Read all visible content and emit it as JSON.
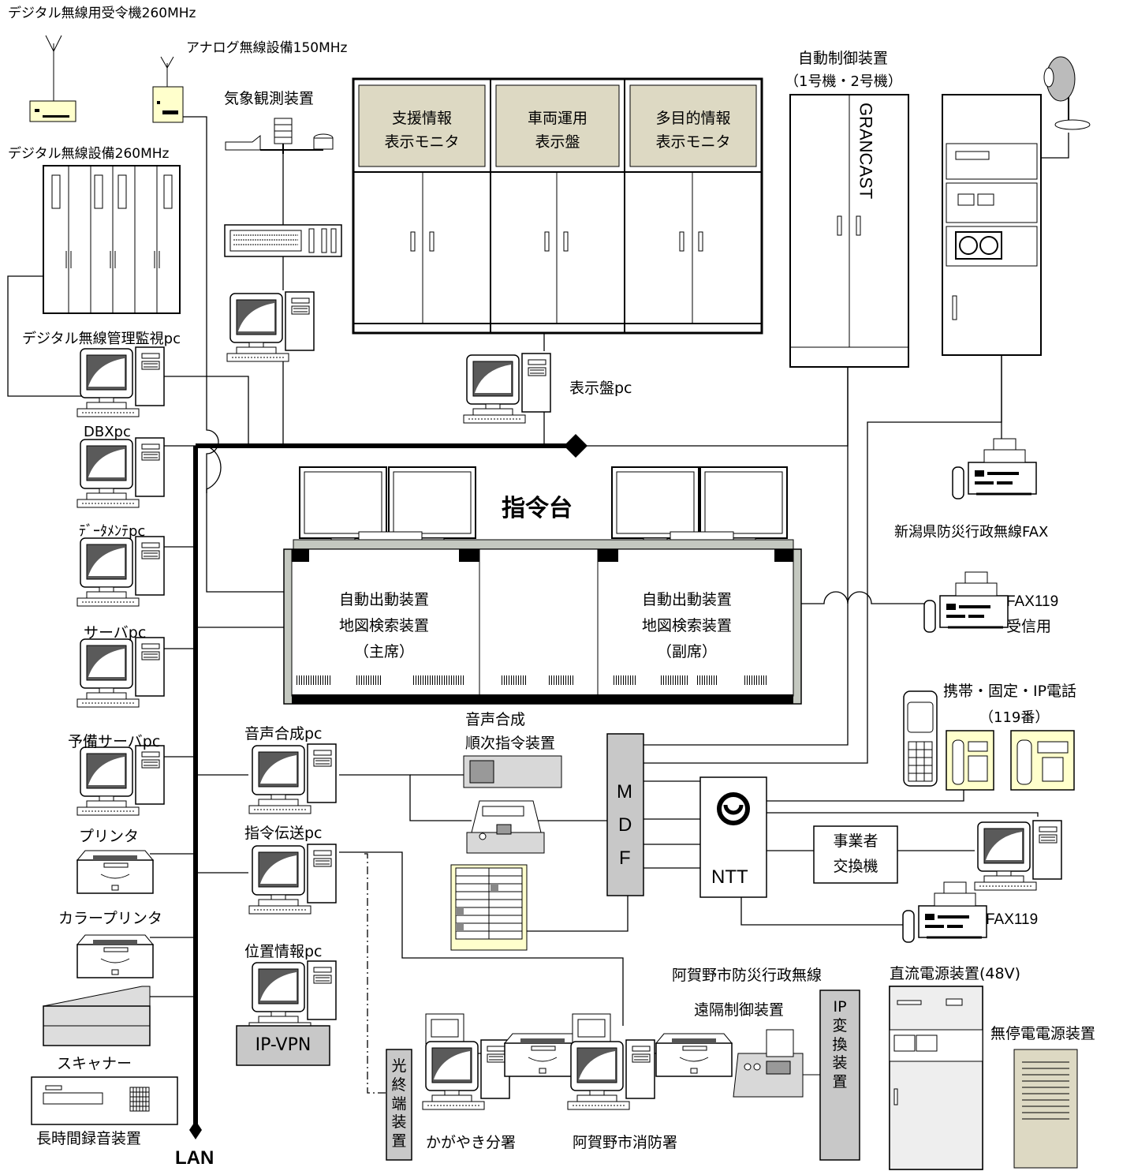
{
  "labels": {
    "digital_receiver": "デジタル無線用受令機260MHz",
    "analog_radio": "アナログ無線設備150MHz",
    "weather": "気象観測装置",
    "digital_radio": "デジタル無線設備260MHz",
    "digital_monitor_pc": "デジタル無線管理監視pc",
    "dbx_pc": "DBXpc",
    "datamente_pc": "ﾃﾞｰﾀﾒﾝﾃpc",
    "server_pc": "サーバpc",
    "backup_server_pc": "予備サーバpc",
    "printer": "プリンタ",
    "color_printer": "カラープリンタ",
    "scanner": "スキャナー",
    "recorder": "長時間録音装置",
    "lan": "LAN",
    "display_pc": "表示盤pc",
    "panel1_line1": "支援情報",
    "panel1_line2": "表示モニタ",
    "panel2_line1": "車両運用",
    "panel2_line2": "表示盤",
    "panel3_line1": "多目的情報",
    "panel3_line2": "表示モニタ",
    "auto_ctrl_line1": "自動制御装置",
    "auto_ctrl_line2": "（1号機・2号機）",
    "grancast": "GRANCAST",
    "niigata_fax": "新潟県防災行政無線FAX",
    "command_desk": "指令台",
    "console_main_1": "自動出動装置",
    "console_main_2": "地図検索装置",
    "console_main_3": "（主席）",
    "console_sub_1": "自動出動装置",
    "console_sub_2": "地図検索装置",
    "console_sub_3": "（副席）",
    "fax119_recv_1": "FAX119",
    "fax119_recv_2": "受信用",
    "phones_1": "携帯・固定・IP電話",
    "phones_2": "（119番）",
    "voice_pc": "音声合成pc",
    "voice_dev_1": "音声合成",
    "voice_dev_2": "順次指令装置",
    "mdf": [
      "M",
      "D",
      "F"
    ],
    "ntt": "NTT",
    "carrier_1": "事業者",
    "carrier_2": "交換機",
    "fax119": "FAX119",
    "cmd_tx_pc": "指令伝送pc",
    "location_pc": "位置情報pc",
    "ipvpn": "IP-VPN",
    "optical": [
      "光",
      "終",
      "端",
      "装",
      "置"
    ],
    "kagayaki": "かがやき分署",
    "agano_fire": "阿賀野市消防署",
    "agano_radio": "阿賀野市防災行政無線",
    "remote_ctrl": "遠隔制御装置",
    "ip_conv": [
      "IP",
      "変",
      "換",
      "装",
      "置"
    ],
    "dc_power": "直流電源装置(48V)",
    "ups": "無停電電源装置"
  },
  "colors": {
    "panel_fill": "#ddd9c3",
    "monitor_screen": "#5a5a5a",
    "device_gray": "#c8c8c8",
    "phone_fill": "#ffffcc",
    "console_frame": "#c4c8c0"
  }
}
